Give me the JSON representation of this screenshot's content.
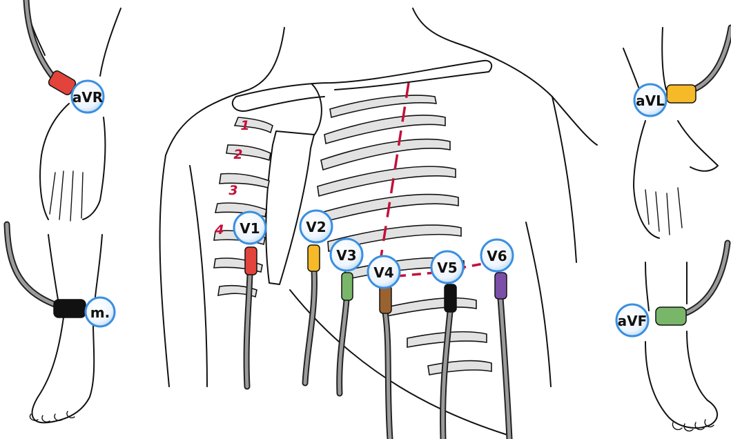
{
  "limb_electrodes": [
    {
      "id": "avr",
      "label": "aVR",
      "color": "#e2433b"
    },
    {
      "id": "avl",
      "label": "aVL",
      "color": "#f6b928"
    },
    {
      "id": "m",
      "label": "m.",
      "color": "#111111"
    },
    {
      "id": "avf",
      "label": "aVF",
      "color": "#79b66a"
    }
  ],
  "chest_electrodes": [
    {
      "id": "v1",
      "label": "V1",
      "color": "#e2433b"
    },
    {
      "id": "v2",
      "label": "V2",
      "color": "#f6b928"
    },
    {
      "id": "v3",
      "label": "V3",
      "color": "#79b66a"
    },
    {
      "id": "v4",
      "label": "V4",
      "color": "#9a6230"
    },
    {
      "id": "v5",
      "label": "V5",
      "color": "#111111"
    },
    {
      "id": "v6",
      "label": "V6",
      "color": "#7b4fa8"
    }
  ],
  "intercostal_numbers": [
    "1",
    "2",
    "3",
    "4"
  ],
  "guide_line_color": "#c1123a",
  "badge_border_color": "#3b8fe0"
}
